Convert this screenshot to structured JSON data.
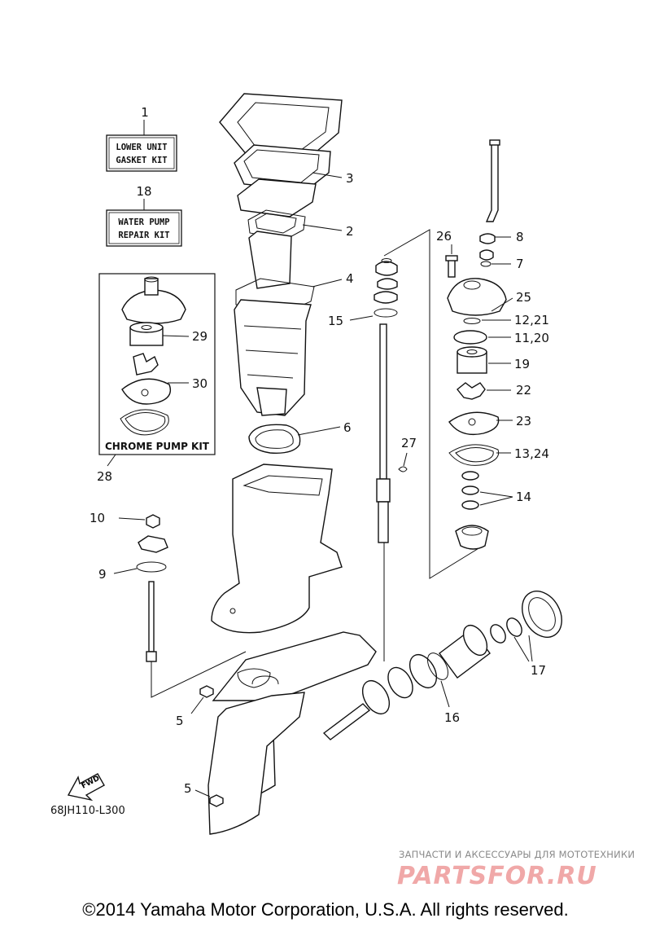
{
  "kits": {
    "lower_unit": {
      "number": "1",
      "line1": "LOWER UNIT",
      "line2": "GASKET KIT"
    },
    "water_pump": {
      "number": "18",
      "line1": "WATER PUMP",
      "line2": "REPAIR KIT"
    },
    "chrome_pump": {
      "number": "28",
      "label": "CHROME PUMP KIT"
    }
  },
  "callouts": {
    "c2": "2",
    "c3": "3",
    "c4": "4",
    "c5a": "5",
    "c5b": "5",
    "c6": "6",
    "c7": "7",
    "c8": "8",
    "c9": "9",
    "c10": "10",
    "c11_20": "11,20",
    "c12_21": "12,21",
    "c13_24": "13,24",
    "c14": "14",
    "c15": "15",
    "c16": "16",
    "c17": "17",
    "c19": "19",
    "c22": "22",
    "c23": "23",
    "c25": "25",
    "c26": "26",
    "c27": "27",
    "c29": "29",
    "c30": "30"
  },
  "fwd_label": "FWD",
  "diagram_code": "68JH110-L300",
  "watermark": {
    "tagline": "ЗАПЧАСТИ И АКСЕССУАРЫ ДЛЯ МОТОТЕХНИКИ",
    "logo": "PARTSFOR.RU"
  },
  "copyright": "©2014 Yamaha Motor Corporation, U.S.A. All rights reserved."
}
